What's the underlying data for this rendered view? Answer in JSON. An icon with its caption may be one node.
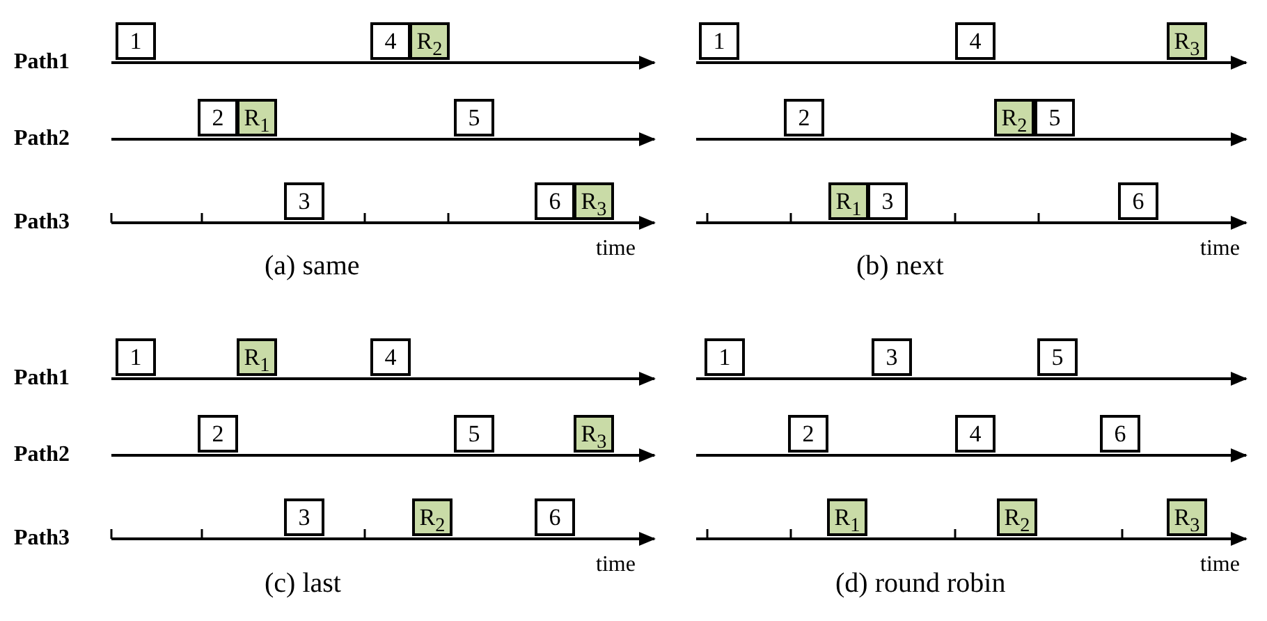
{
  "diagram": {
    "nodes": [
      {
        "text": [
          "1"
        ]
      },
      {
        "text": [
          "4"
        ]
      },
      {
        "text": [
          "R$_{2}$"
        ]
      },
      {
        "text": [
          "2"
        ]
      },
      {
        "text": [
          "R$_{1}$"
        ]
      },
      {
        "text": [
          "5"
        ]
      },
      {
        "text": [
          "3"
        ]
      },
      {
        "text": [
          "6"
        ]
      },
      {
        "text": [
          "R$_{3}$"
        ]
      },
      {
        "text": [
          "1"
        ]
      },
      {
        "text": [
          "4"
        ]
      },
      {
        "text": [
          "R$_{3}$"
        ]
      },
      {
        "text": [
          "2"
        ]
      },
      {
        "text": [
          "R$_{2}$"
        ]
      },
      {
        "text": [
          "5"
        ]
      },
      {
        "text": [
          "R$_{1}$"
        ]
      },
      {
        "text": [
          "3"
        ]
      },
      {
        "text": [
          "6"
        ]
      },
      {
        "text": [
          "1"
        ]
      },
      {
        "text": [
          "R$_{1}$"
        ]
      },
      {
        "text": [
          "4"
        ]
      },
      {
        "text": [
          "2"
        ]
      },
      {
        "text": [
          "5"
        ]
      },
      {
        "text": [
          "R$_{3}$"
        ]
      },
      {
        "text": [
          "3"
        ]
      },
      {
        "text": [
          "R$_{2}$"
        ]
      },
      {
        "text": [
          "6"
        ]
      },
      {
        "text": [
          "1"
        ]
      },
      {
        "text": [
          "3"
        ]
      },
      {
        "text": [
          "5"
        ]
      },
      {
        "text": [
          "2"
        ]
      },
      {
        "text": [
          "4"
        ]
      },
      {
        "text": [
          "6"
        ]
      },
      {
        "text": [
          "R$_{1}$"
        ]
      },
      {
        "text": [
          "R$_{2}$"
        ]
      },
      {
        "text": [
          "R$_{3}$"
        ]
      }
    ],
    "edges": [],
    "labels": [
      "Path1",
      "Path2",
      "Path3",
      "time",
      "(a) same",
      "time",
      "(b) next",
      "Path1",
      "Path2",
      "Path3",
      "time",
      "(c) last",
      "time",
      "(d) round robin"
    ]
  }
}
